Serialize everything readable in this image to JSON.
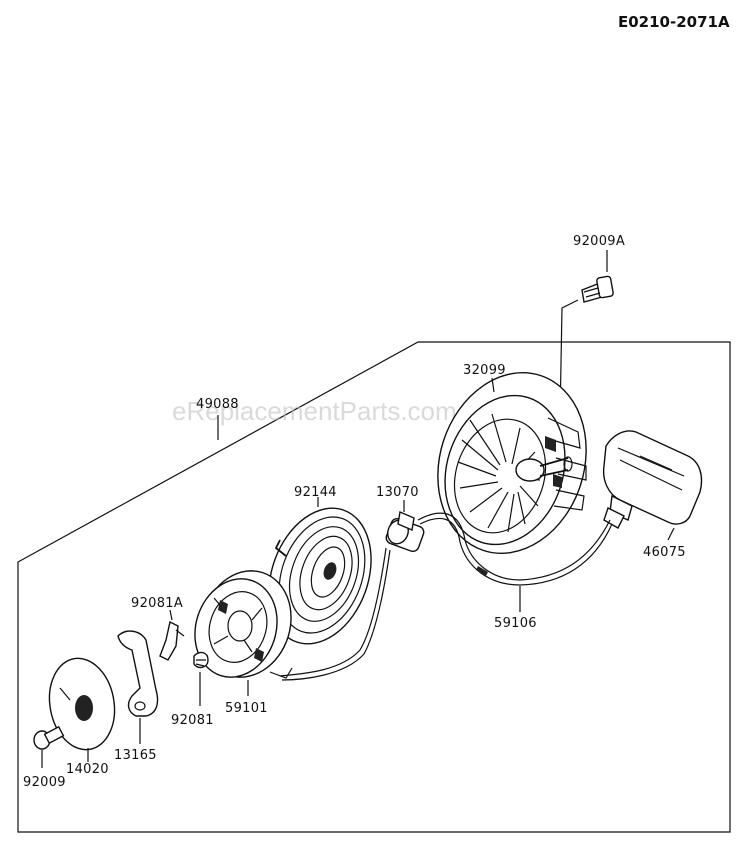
{
  "document_id": "E0210-2071A",
  "watermark": "eReplacementParts.com",
  "assembly_label": "49088",
  "parts": [
    {
      "key": "bolt_top",
      "number": "92009A",
      "name": "bolt"
    },
    {
      "key": "case",
      "number": "32099",
      "name": "starter case"
    },
    {
      "key": "handle",
      "number": "46075",
      "name": "starter handle"
    },
    {
      "key": "rope",
      "number": "59106",
      "name": "starter rope"
    },
    {
      "key": "guide",
      "number": "13070",
      "name": "rope guide"
    },
    {
      "key": "spring",
      "number": "92144",
      "name": "recoil spring"
    },
    {
      "key": "reel",
      "number": "59101",
      "name": "reel"
    },
    {
      "key": "spring_a",
      "number": "92081A",
      "name": "spring"
    },
    {
      "key": "spring_b",
      "number": "92081",
      "name": "spring"
    },
    {
      "key": "pawl",
      "number": "13165",
      "name": "ratchet pawl"
    },
    {
      "key": "plate",
      "number": "14020",
      "name": "plate"
    },
    {
      "key": "bolt_bottom",
      "number": "92009",
      "name": "bolt"
    }
  ]
}
